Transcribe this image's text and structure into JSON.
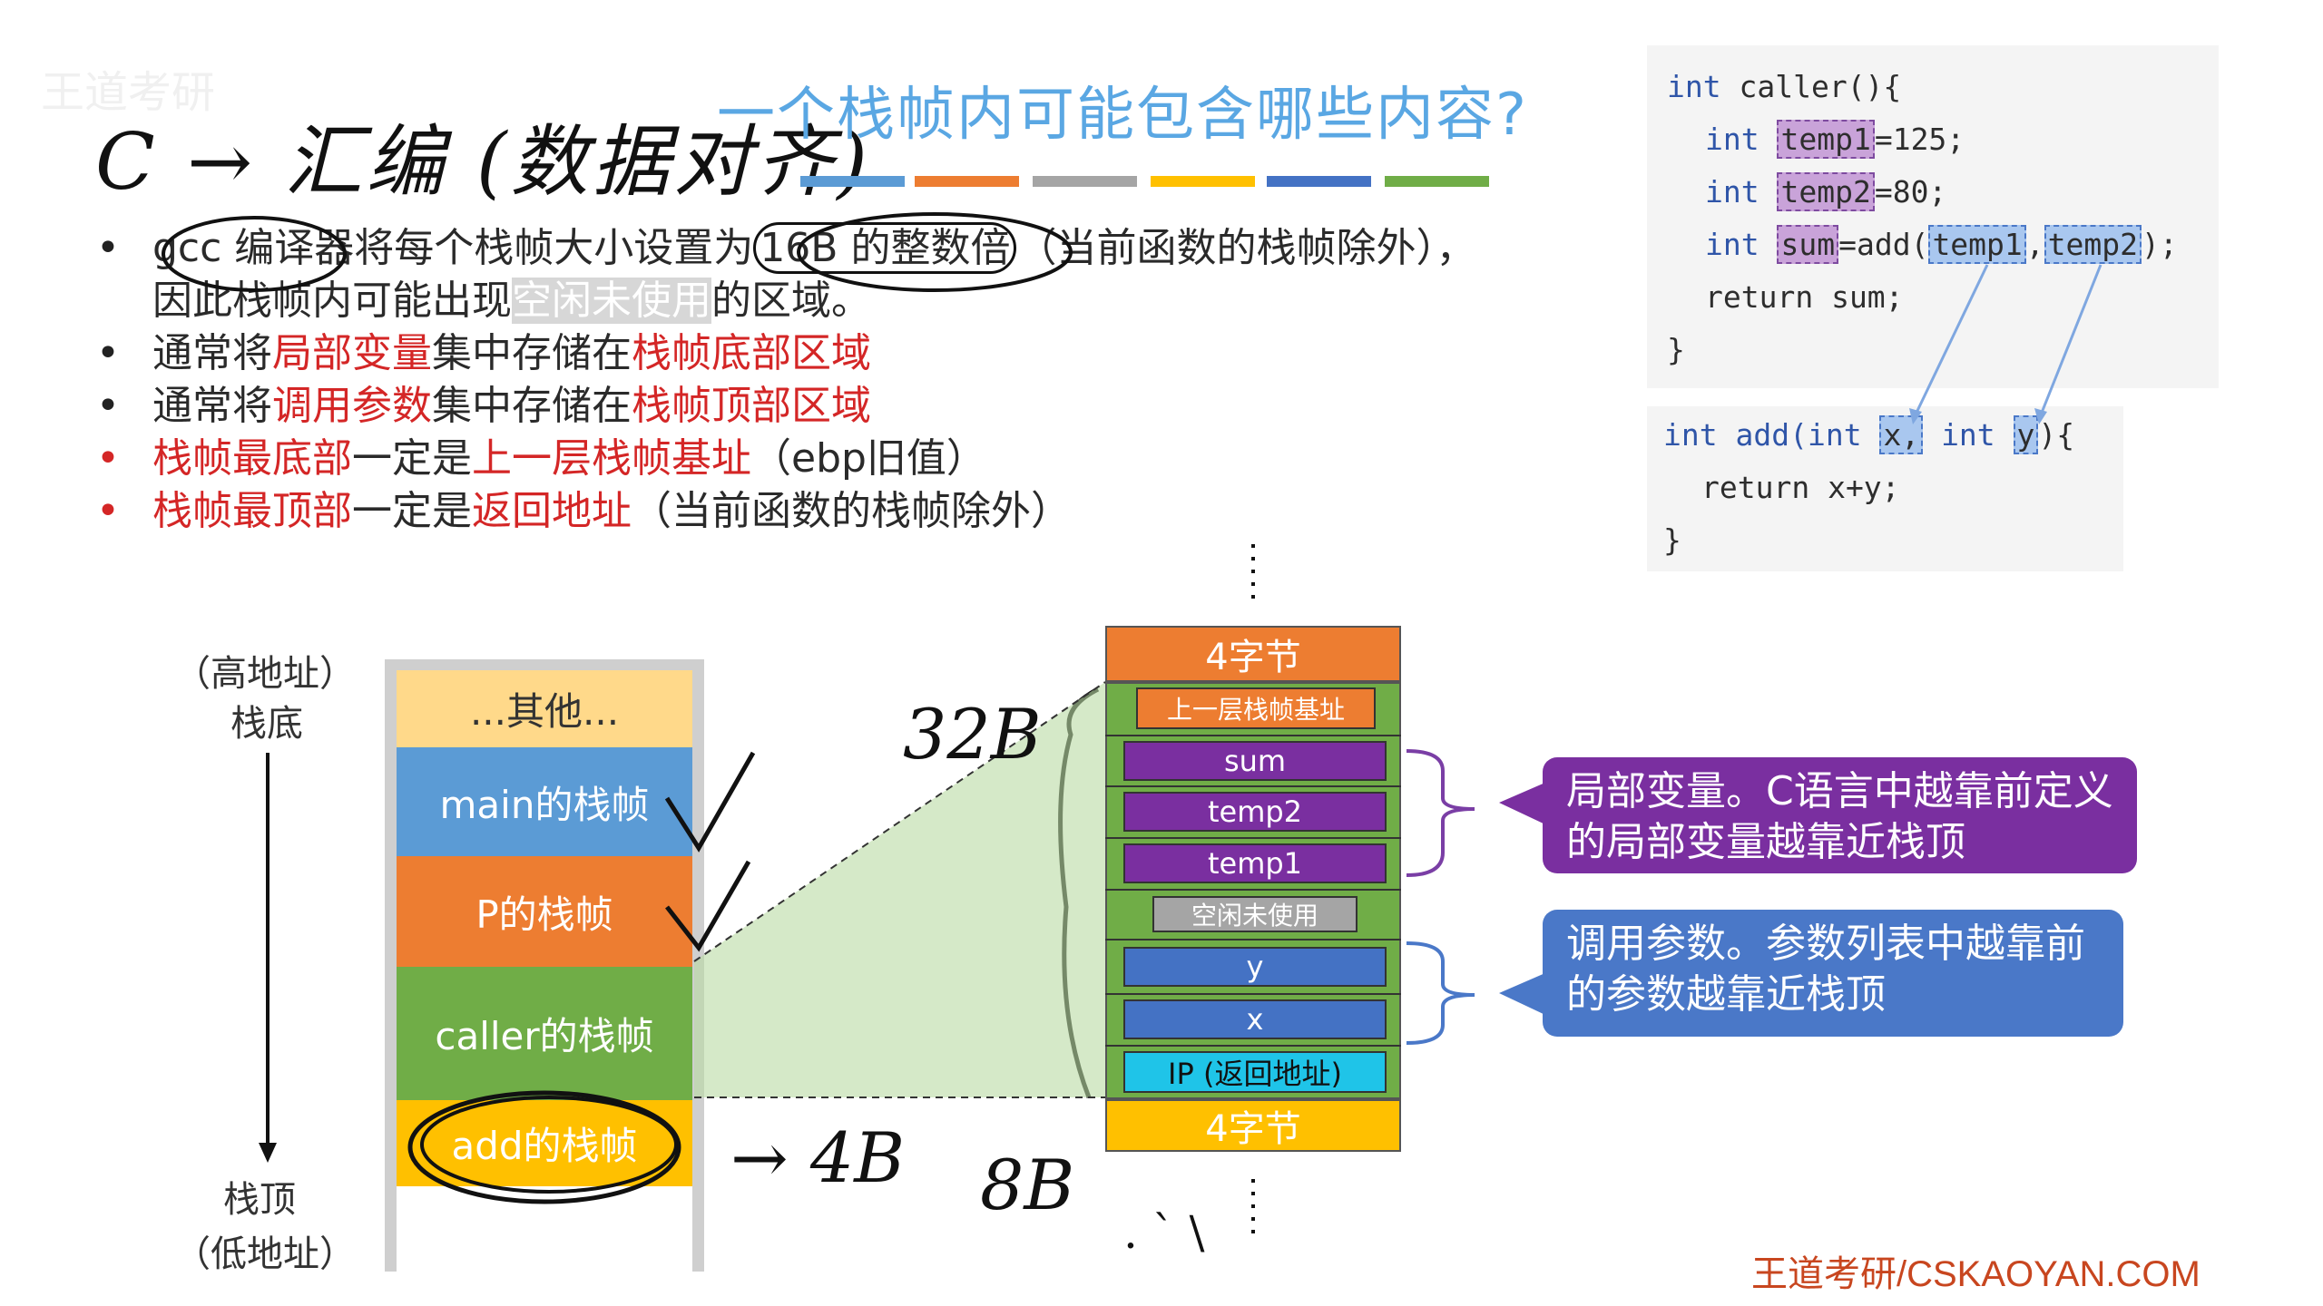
{
  "watermark": "王道考研",
  "handwritten": {
    "heading": "C → 汇编 (数据对齐)",
    "size_32b": "32B",
    "size_4b": "→ 4B",
    "size_8b": "8B",
    "dots": ". ` \\"
  },
  "title": "一个栈帧内可能包含哪些内容?",
  "title_bar_colors": [
    "#5b9bd5",
    "#ed7d31",
    "#a5a5a5",
    "#ffc000",
    "#4472c4",
    "#70ad47"
  ],
  "bullets": {
    "b1_pre": "gcc 编译器将每个栈帧大小设置为",
    "b1_mid": "16B 的整数倍",
    "b1_post": "（当前函数的栈帧除外），",
    "b1_line2_pre": "因此栈帧内可能出现",
    "b1_line2_hl": "空闲未使用",
    "b1_line2_post": "的区域。",
    "b2_pre": "通常将",
    "b2_r1": "局部变量",
    "b2_mid": "集中存储在",
    "b2_r2": "栈帧底部区域",
    "b3_pre": "通常将",
    "b3_r1": "调用参数",
    "b3_mid": "集中存储在",
    "b3_r2": "栈帧顶部区域",
    "b4_r1": "栈帧最底部",
    "b4_mid": "一定是",
    "b4_r2": "上一层栈帧基址",
    "b4_post": "（ebp旧值）",
    "b5_r1": "栈帧最顶部",
    "b5_mid": "一定是",
    "b5_r2": "返回地址",
    "b5_post": "（当前函数的栈帧除外）"
  },
  "code_caller": {
    "l1_kw": "int",
    "l1_rest": " caller(){",
    "l2_kw": "int",
    "l2_var": "temp1",
    "l2_rest": "=125;",
    "l3_kw": "int",
    "l3_var": "temp2",
    "l3_rest": "=80;",
    "l4_kw": "int",
    "l4_var": "sum",
    "l4_mid": "=add(",
    "l4_a1": "temp1",
    "l4_comma": ",",
    "l4_a2": "temp2",
    "l4_end": ");",
    "l5": "return sum;",
    "l6": "}"
  },
  "code_add": {
    "l1_kw": "int",
    "l1_name": " add(",
    "l1_kw2": "int",
    "l1_x": "x,",
    "l1_kw3": "int",
    "l1_y": "y",
    "l1_end": "){",
    "l2": "return x+y;",
    "l3": "}"
  },
  "left_stack": {
    "high_label": "（高地址）",
    "bottom_label": "栈底",
    "top_label": "栈顶",
    "low_label": "（低地址）",
    "blocks": [
      "...其他...",
      "main的栈帧",
      "P的栈帧",
      "caller的栈帧",
      "add的栈帧"
    ],
    "colors": [
      "#ffd98a",
      "#5b9bd5",
      "#ed7d31",
      "#70ad47",
      "#ffc000"
    ]
  },
  "frame": {
    "top_cap": "4字节",
    "bottom_cap": "4字节",
    "slots": [
      "上一层栈帧基址",
      "sum",
      "temp2",
      "temp1",
      "空闲未使用",
      "y",
      "x",
      "IP (返回地址)"
    ]
  },
  "callouts": {
    "locals": "局部变量。C语言中越靠前定义的局部变量越靠近栈顶",
    "params": "调用参数。参数列表中越靠前的参数越靠近栈顶"
  },
  "footer": "王道考研/CSKAOYAN.COM"
}
